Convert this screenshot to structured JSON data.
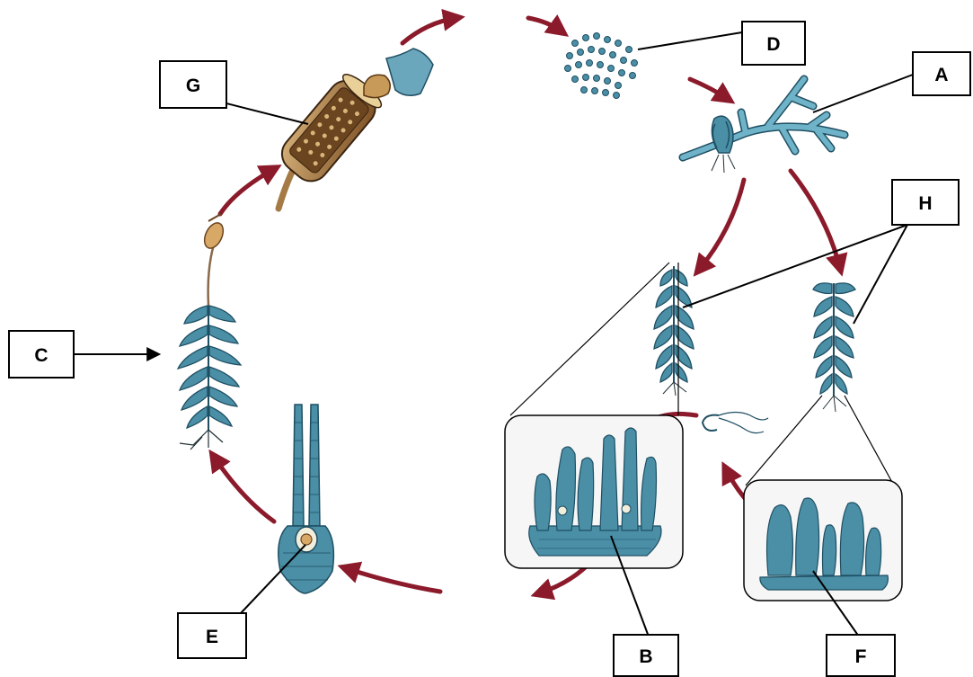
{
  "labels": {
    "a": "A",
    "b": "B",
    "c": "C",
    "d": "D",
    "e": "E",
    "f": "F",
    "g": "G",
    "h": "H"
  },
  "colors": {
    "arrow": "#8b1a2b",
    "plant": "#4a8fa6",
    "plant_dark": "#1f4f63",
    "capsule": "#8a5a2a",
    "capsule_light": "#c89a5a",
    "inset_fill": "#f4f4f4",
    "outline": "#000000"
  }
}
